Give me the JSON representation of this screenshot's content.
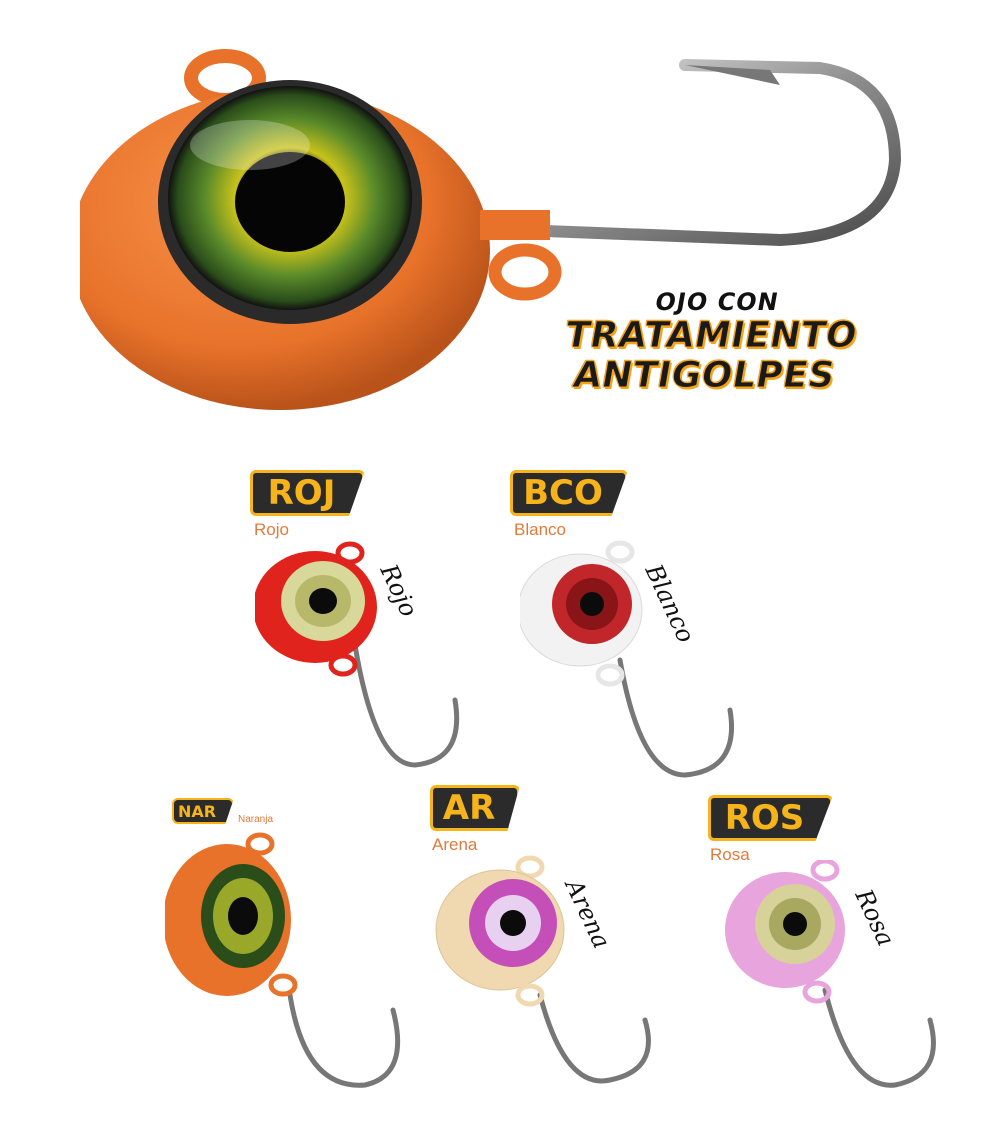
{
  "headline": {
    "line1": "OJO CON",
    "line2": "TRATAMIENTO",
    "line3": "ANTIGOLPES"
  },
  "colors": {
    "orange": "#e8722a",
    "red": "#e0231c",
    "white": "#f2f2f2",
    "sand": "#f0d9b0",
    "pink": "#e8a4dc",
    "badge_bg": "#2b2b2b",
    "badge_text": "#f6b31a",
    "subtitle": "#e07b3c"
  },
  "variants": [
    {
      "code": "ROJ",
      "name": "Rojo",
      "script": "Rojo",
      "icon": "red-jig-head-icon"
    },
    {
      "code": "BCO",
      "name": "Blanco",
      "script": "Blanco",
      "icon": "white-jig-head-icon"
    },
    {
      "code": "NAR",
      "name": "Naranja",
      "script": "",
      "icon": "orange-jig-head-icon"
    },
    {
      "code": "AR",
      "name": "Arena",
      "script": "Arena",
      "icon": "sand-jig-head-icon"
    },
    {
      "code": "ROS",
      "name": "Rosa",
      "script": "Rosa",
      "icon": "pink-jig-head-icon"
    }
  ]
}
